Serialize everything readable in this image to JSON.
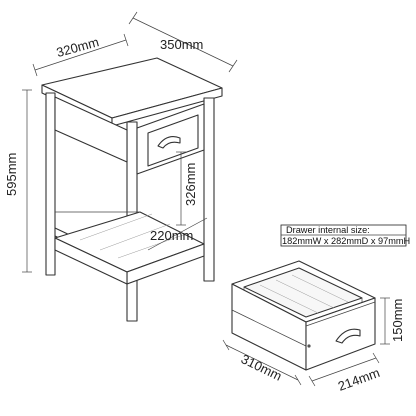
{
  "diagram": {
    "nightstand_dimensions": {
      "width_top": "320mm",
      "depth_top": "350mm",
      "height": "595mm",
      "opening_height": "326mm",
      "shelf_width": "220mm"
    },
    "drawer_note": {
      "title": "Drawer internal size:",
      "value": "182mmW x 282mmD x 97mmH"
    },
    "drawer_dimensions": {
      "height": "150mm",
      "depth": "310mm",
      "width": "214mm"
    },
    "line_color": "#333333"
  }
}
